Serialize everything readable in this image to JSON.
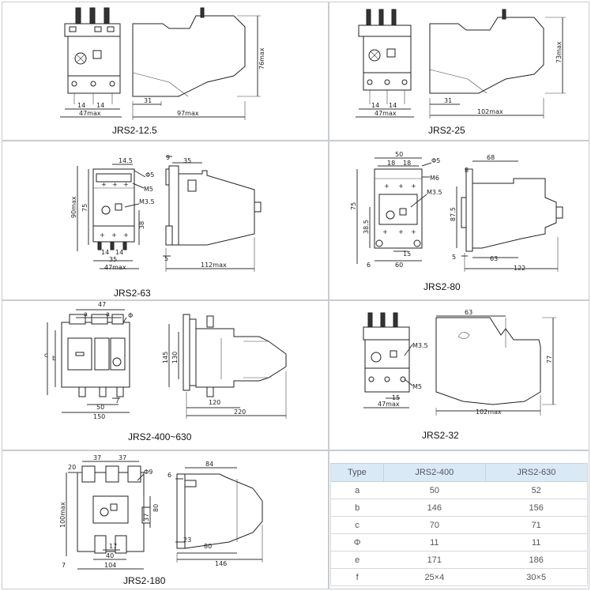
{
  "panels": [
    {
      "caption": "JRS2-12.5",
      "dims": {
        "w1": "14",
        "w2": "14",
        "front_w": "47max",
        "side_d": "31",
        "depth": "97max",
        "height": "76max"
      }
    },
    {
      "caption": "JRS2-25",
      "dims": {
        "w1": "14",
        "w2": "14",
        "front_w": "47max",
        "side_d": "31",
        "depth": "102max",
        "height": "73max"
      }
    },
    {
      "caption": "JRS2-63",
      "dims": {
        "top_w": "14.5",
        "hole": "Φ5",
        "m5": "M5",
        "m35": "M3.5",
        "h_total": "90max",
        "h_inner": "75",
        "h_lower": "38",
        "w1": "14",
        "w2": "14",
        "w3": "35",
        "front_w": "47max",
        "s_top": "9",
        "s_top2": "35",
        "s_bot": "5",
        "depth": "112max"
      }
    },
    {
      "caption": "JRS2-80",
      "dims": {
        "top_w": "50",
        "w1": "18",
        "w2": "18",
        "hole": "Φ5",
        "m6": "M6",
        "m35": "M3.5",
        "h_total": "75",
        "h_lower": "38.5",
        "w15": "15",
        "front_w": "60",
        "left_6": "6",
        "s_top": "68",
        "s_8": "8",
        "s_h": "87.5",
        "s_5": "5",
        "s_63": "63",
        "depth": "122"
      }
    },
    {
      "caption": "JRS2-400~630",
      "dims": {
        "top_w": "47",
        "a1": "a",
        "a2": "a",
        "phi": "Φ",
        "c": "c",
        "b": "b",
        "w50": "50",
        "w7": "7",
        "front_w": "150",
        "h145": "145",
        "h130": "130",
        "s120": "120",
        "depth": "220"
      }
    },
    {
      "caption": "JRS2-32",
      "dims": {
        "m35": "M3.5",
        "m5": "M5",
        "w15": "15",
        "front_w": "47max",
        "s_top": "63",
        "height": "77",
        "depth": "102max"
      }
    },
    {
      "caption": "JRS2-180",
      "dims": {
        "w37a": "37",
        "w37b": "37",
        "w20": "20",
        "phi": "Φ9",
        "h_total": "100max",
        "h37": "37",
        "h80": "80",
        "w17": "17",
        "w40": "40",
        "front_w": "104",
        "left_7": "7",
        "s_6": "6",
        "s_84": "84",
        "s_23": "23",
        "s_80": "80",
        "depth": "146"
      }
    }
  ],
  "table": {
    "headers": [
      "Type",
      "JRS2-400",
      "JRS2-630"
    ],
    "rows": [
      [
        "a",
        "50",
        "52"
      ],
      [
        "b",
        "146",
        "156"
      ],
      [
        "c",
        "70",
        "71"
      ],
      [
        "Φ",
        "11",
        "11"
      ],
      [
        "e",
        "171",
        "186"
      ],
      [
        "f",
        "25×4",
        "30×5"
      ]
    ]
  }
}
